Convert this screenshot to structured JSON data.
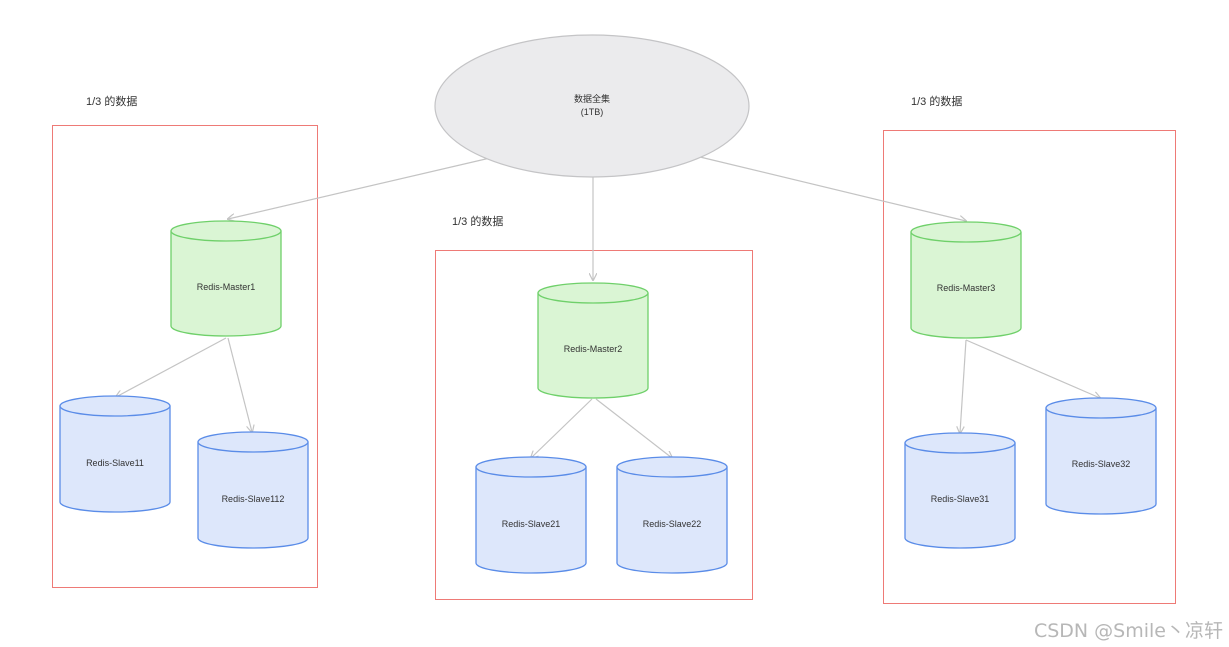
{
  "root": {
    "title": "数据全集",
    "subtitle": "(1TB)"
  },
  "groups": [
    {
      "label": "1/3 的数据",
      "master": "Redis-Master1",
      "slaves": [
        "Redis-Slave11",
        "Redis-Slave112"
      ]
    },
    {
      "label": "1/3 的数据",
      "master": "Redis-Master2",
      "slaves": [
        "Redis-Slave21",
        "Redis-Slave22"
      ]
    },
    {
      "label": "1/3 的数据",
      "master": "Redis-Master3",
      "slaves": [
        "Redis-Slave31",
        "Redis-Slave32"
      ]
    }
  ],
  "watermark": "CSDN @Smile丶凉轩",
  "colors": {
    "group_border": "#ee7a76",
    "root_fill": "#ebebed",
    "master_fill": "#daf5d4",
    "master_stroke": "#6fd06a",
    "slave_fill": "#dde7fb",
    "slave_stroke": "#5a8ce8",
    "arrow": "#c4c4c4"
  }
}
